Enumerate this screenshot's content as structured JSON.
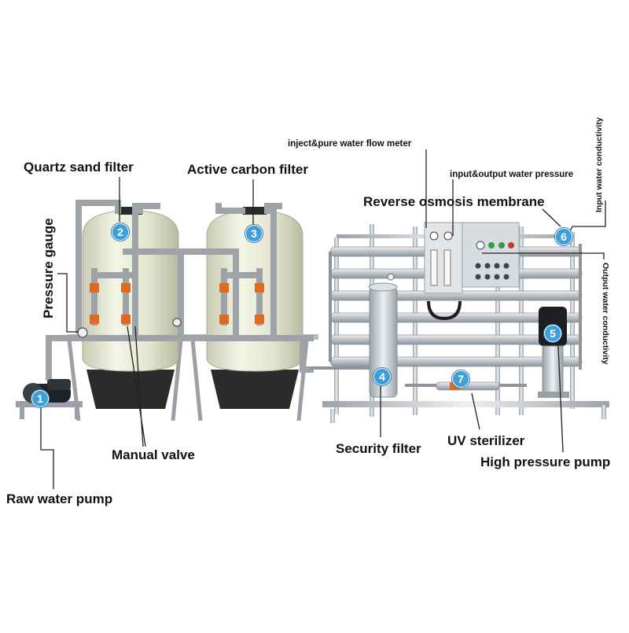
{
  "labels": {
    "quartz_sand_filter": "Quartz sand filter",
    "active_carbon_filter": "Active carbon filter",
    "pressure_gauge": "Pressure gauge",
    "manual_valve": "Manual valve",
    "raw_water_pump": "Raw water pump",
    "flow_meter": "inject&pure water flow meter",
    "io_pressure": "input&output water pressure",
    "input_conductivity": "Input water conductivity",
    "ro_membrane": "Reverse osmosis membrane",
    "output_conductivity": "Output water conductivity",
    "security_filter": "Security filter",
    "uv_sterilizer": "UV sterilizer",
    "high_pressure_pump": "High pressure pump"
  },
  "badges": [
    "1",
    "2",
    "3",
    "4",
    "5",
    "6",
    "7"
  ],
  "colors": {
    "badge": "#3f9fd8",
    "tank": "#e9ead5",
    "tank_base": "#2b2b2b",
    "pipe": "#9ea3a8",
    "valve": "#e06a1f",
    "steel": "#c7ccd1",
    "label_line": "#222222"
  }
}
